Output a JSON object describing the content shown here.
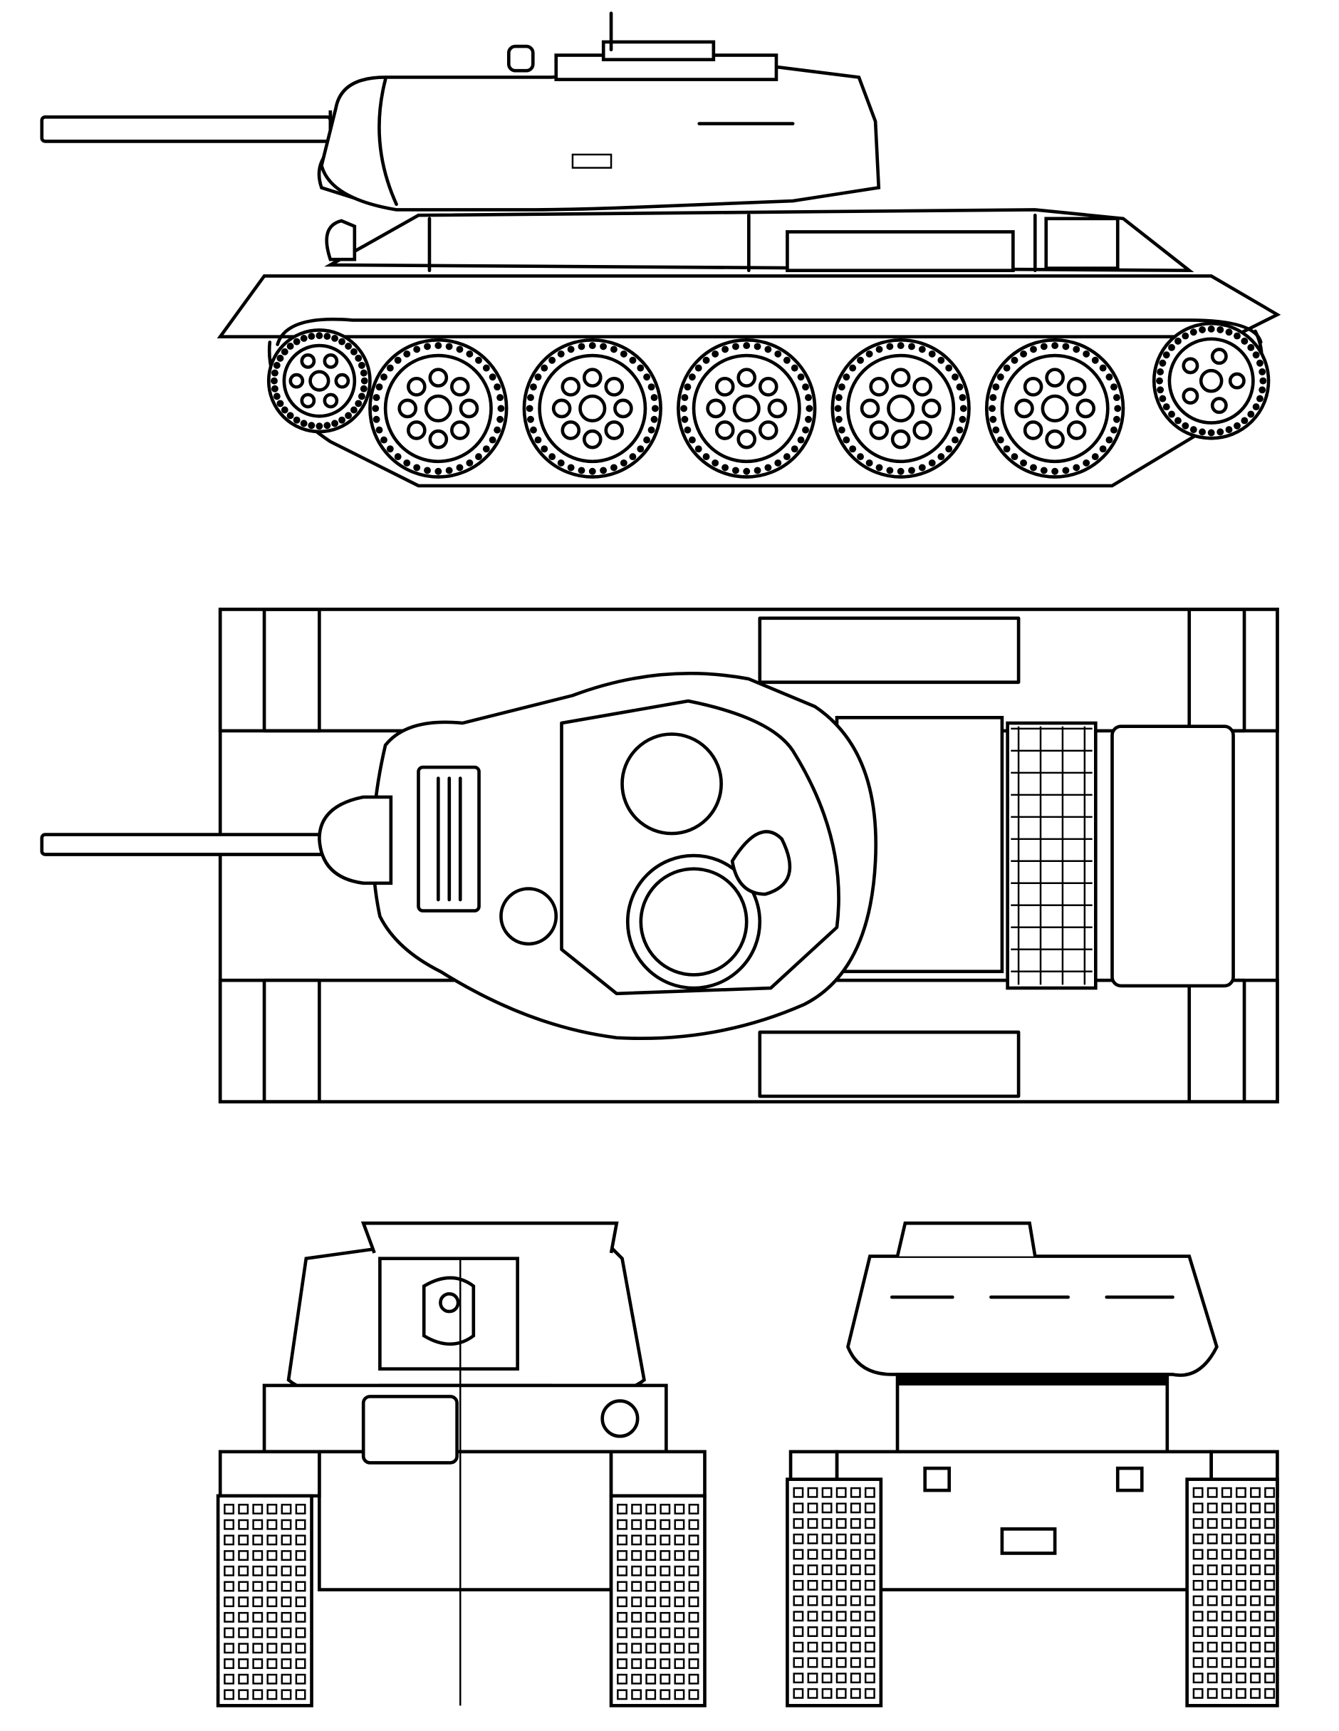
{
  "drawing": {
    "subject": "tank-blueprint",
    "views": [
      "side",
      "top",
      "front",
      "rear"
    ],
    "colors": {
      "line": "#000000",
      "background": "#ffffff"
    },
    "road_wheels_per_side": 5
  }
}
